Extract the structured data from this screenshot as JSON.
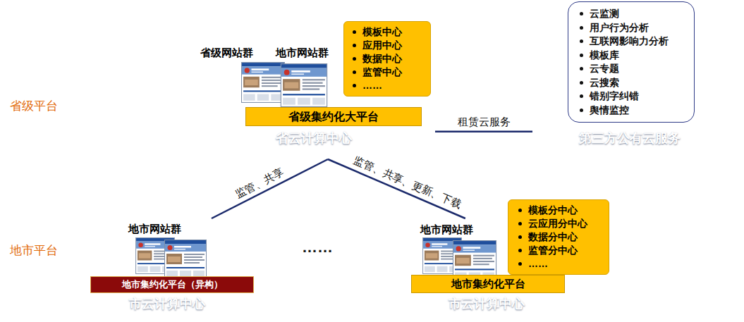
{
  "diagram": {
    "nodes": [
      {
        "text": [
          "省云计算中心"
        ]
      },
      {
        "text": [
          "省级集约化大平台"
        ],
        "in": 0
      },
      {
        "text": [
          "模板中心",
          "应用中心",
          "数据中心",
          "监管中心",
          "……"
        ]
      },
      {
        "text": [
          "云监测",
          "用户行为分析",
          "互联网影响力分析",
          "模板库",
          "云专题",
          "云搜索",
          "错别字纠错",
          "舆情监控"
        ]
      },
      {
        "text": [
          "第三方公有云服务"
        ]
      },
      {
        "text": [
          "地市网站群",
          "市云计算中心"
        ]
      },
      {
        "text": [
          "地市集约化平台（异构）"
        ],
        "in": 5
      },
      {
        "text": [
          "地市网站群",
          "市云计算中心"
        ]
      },
      {
        "text": [
          "地市集约化平台"
        ],
        "in": 7
      },
      {
        "text": [
          "模板分中心",
          "云应用分中心",
          "数据分中心",
          "监管分中心",
          "……"
        ]
      }
    ],
    "edges": [
      {
        "from": 0,
        "to": 4,
        "label": "租赁云服务",
        "arrow": "none"
      },
      {
        "from": 0,
        "to": 5,
        "label": "监管、共享",
        "arrow": "none"
      },
      {
        "from": 0,
        "to": 7,
        "label": "监管、共享、更新、下载",
        "arrow": "none"
      }
    ],
    "labels": [
      "省级网站群",
      "地市网站群",
      "省级平台",
      "地市平台",
      "……"
    ]
  }
}
